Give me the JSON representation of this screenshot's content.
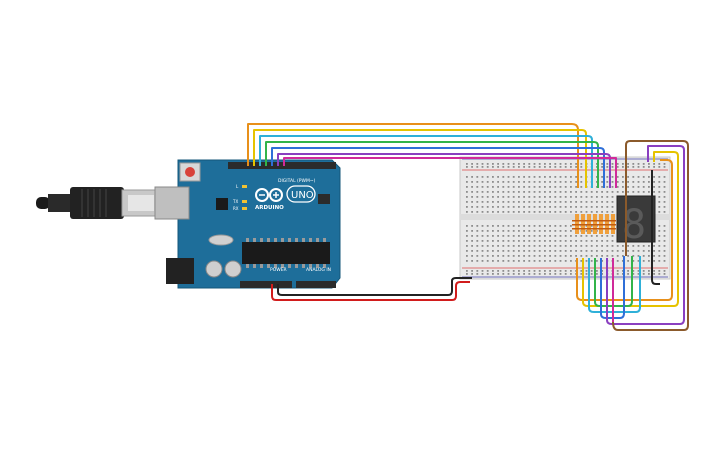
{
  "board": {
    "brand": "ARDUINO",
    "model": "UNO",
    "digital_label": "DIGITAL (PWM~)",
    "power_label": "POWER",
    "analog_label": "ANALOG IN",
    "led_labels": [
      "L",
      "TX",
      "RX"
    ],
    "color": "#1e6e9a"
  },
  "display": {
    "digit": "8"
  },
  "wire_colors": {
    "orange": "#e8901a",
    "yellow": "#e6c300",
    "cyan": "#2fb0d8",
    "green": "#32b44a",
    "blue": "#2f6fd8",
    "purple": "#8a3fc0",
    "magenta": "#d02a9a",
    "brown": "#8b5a2b",
    "red": "#d11c1c",
    "black": "#222222"
  }
}
